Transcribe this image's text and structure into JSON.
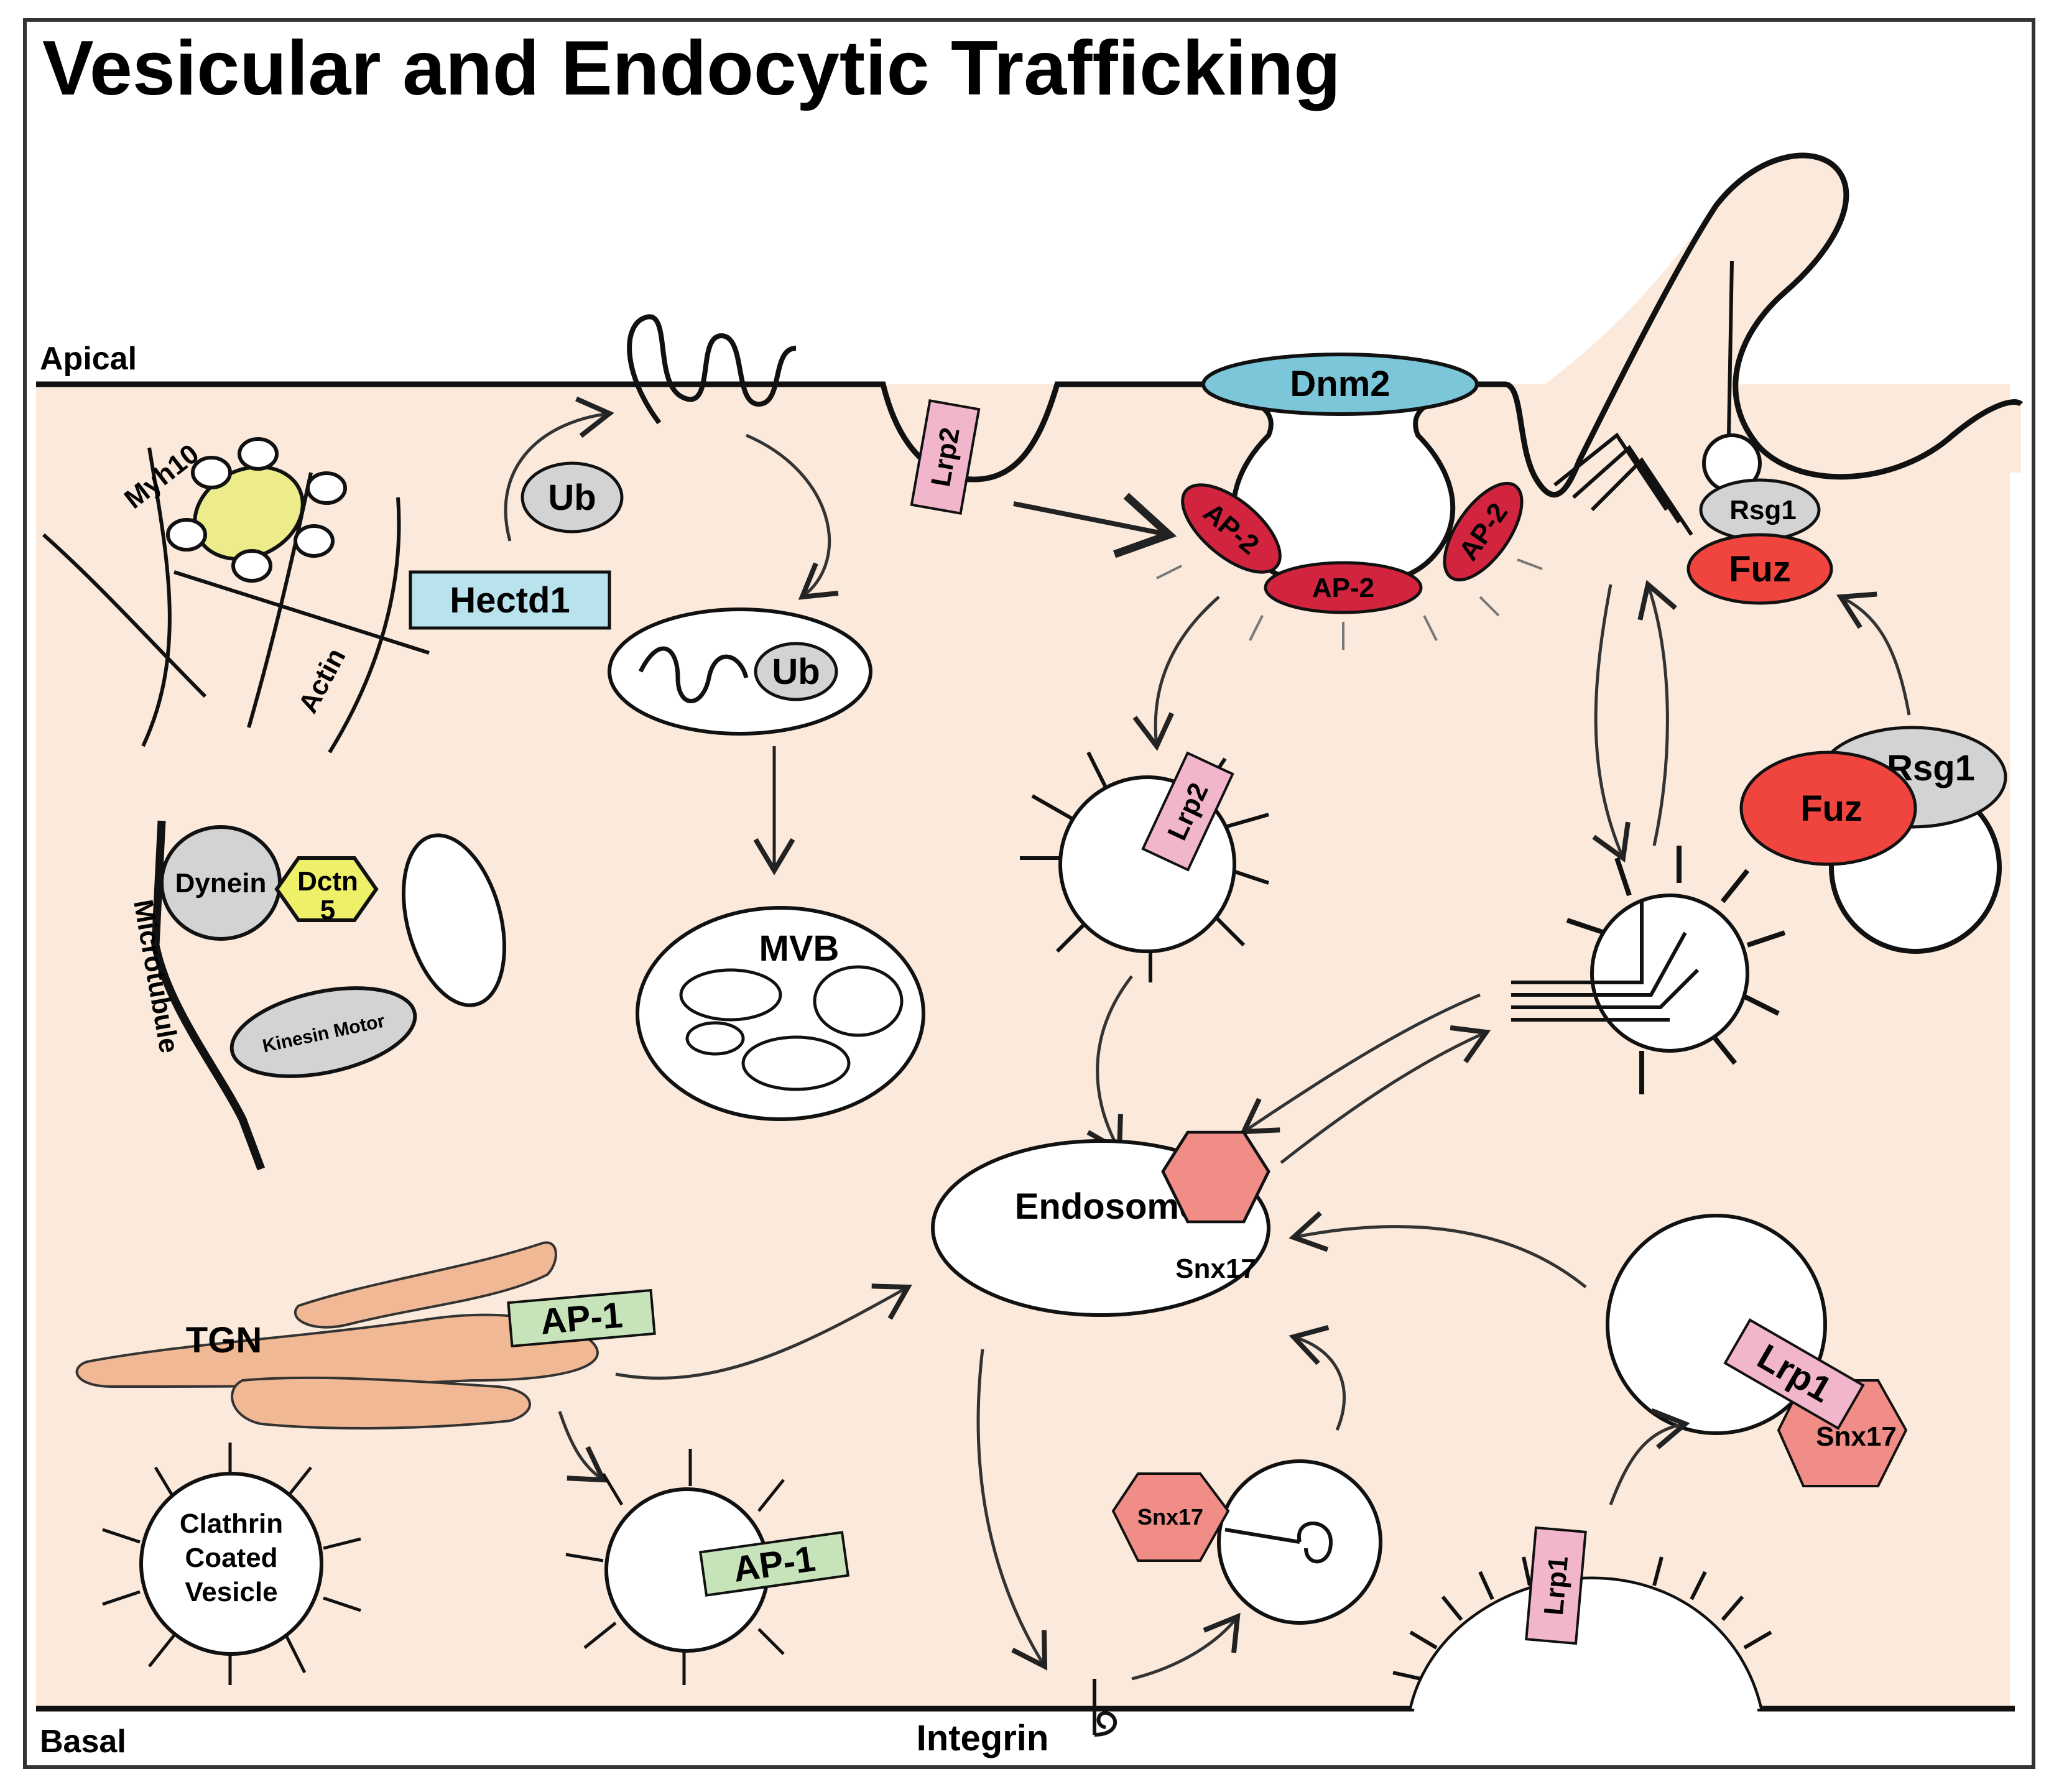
{
  "title": "Vesicular and Endocytic Trafficking",
  "labels": {
    "apical": "Apical",
    "basal": "Basal",
    "myh10": "Myh10",
    "actin": "Actin",
    "hectd1": "Hectd1",
    "ub_free": "Ub",
    "ub_vesicle": "Ub",
    "dynein": "Dynein",
    "dctn5_line1": "Dctn",
    "dctn5_line2": "5",
    "kinesin": "Kinesin Motor",
    "microtubule": "Microtubule",
    "mvb": "MVB",
    "lrp2_pit": "Lrp2",
    "lrp2_vesicle": "Lrp2",
    "dnm2": "Dnm2",
    "ap2_left": "AP-2",
    "ap2_bottom": "AP-2",
    "ap2_right": "AP-2",
    "rsg1_top": "Rsg1",
    "fuz_top": "Fuz",
    "rsg1_bottom": "Rsg1",
    "fuz_bottom": "Fuz",
    "endosome": "Endosome",
    "snx17_endosome": "Snx17",
    "snx17_integrin": "Snx17",
    "snx17_lrp1": "Snx17",
    "lrp1_vesicle": "Lrp1",
    "lrp1_membrane": "Lrp1",
    "tgn": "TGN",
    "ap1_tgn": "AP-1",
    "ap1_vesicle": "AP-1",
    "clathrin_line1": "Clathrin",
    "clathrin_line2": "Coated",
    "clathrin_line3": "Vesicle",
    "integrin": "Integrin"
  },
  "colors": {
    "cytoplasm": "#fbeadb",
    "hectd1_fill": "#b9e3ec",
    "dnm2_fill": "#7cc6da",
    "ap2_fill": "#d2243f",
    "fuz_fill": "#f0443f",
    "rsg1_fill": "#d6d6d6",
    "lrp_fill": "#f2b6cc",
    "snx17_fill": "#ef8d86",
    "ap1_fill": "#c6e3ba",
    "tgn_fill": "#f0b894",
    "myh10_fill": "#edec8a",
    "dctn5_fill": "#eef06a",
    "grey_fill": "#d3d3d3"
  }
}
